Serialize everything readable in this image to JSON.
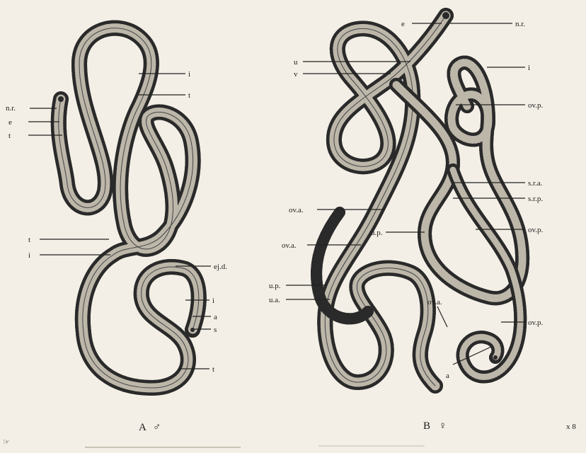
{
  "figure_a": {
    "caption_letter": "A",
    "caption_symbol": "♂",
    "labels": [
      "n.r.",
      "e",
      "t",
      "i",
      "t",
      "t",
      "i",
      "ej.d.",
      "i",
      "a",
      "s",
      "t"
    ]
  },
  "figure_b": {
    "caption_letter": "B",
    "caption_symbol": "♀",
    "labels": [
      "e",
      "n.r.",
      "u",
      "v",
      "i",
      "ov.p.",
      "s.r.a.",
      "s.r.p.",
      "ov.a.",
      "ov.p.",
      "u.p.",
      "ov.a.",
      "u.p.",
      "u.a.",
      "ov.a.",
      "ov.p.",
      "a"
    ]
  },
  "magnification": "x 8",
  "corner_mark": "☞"
}
